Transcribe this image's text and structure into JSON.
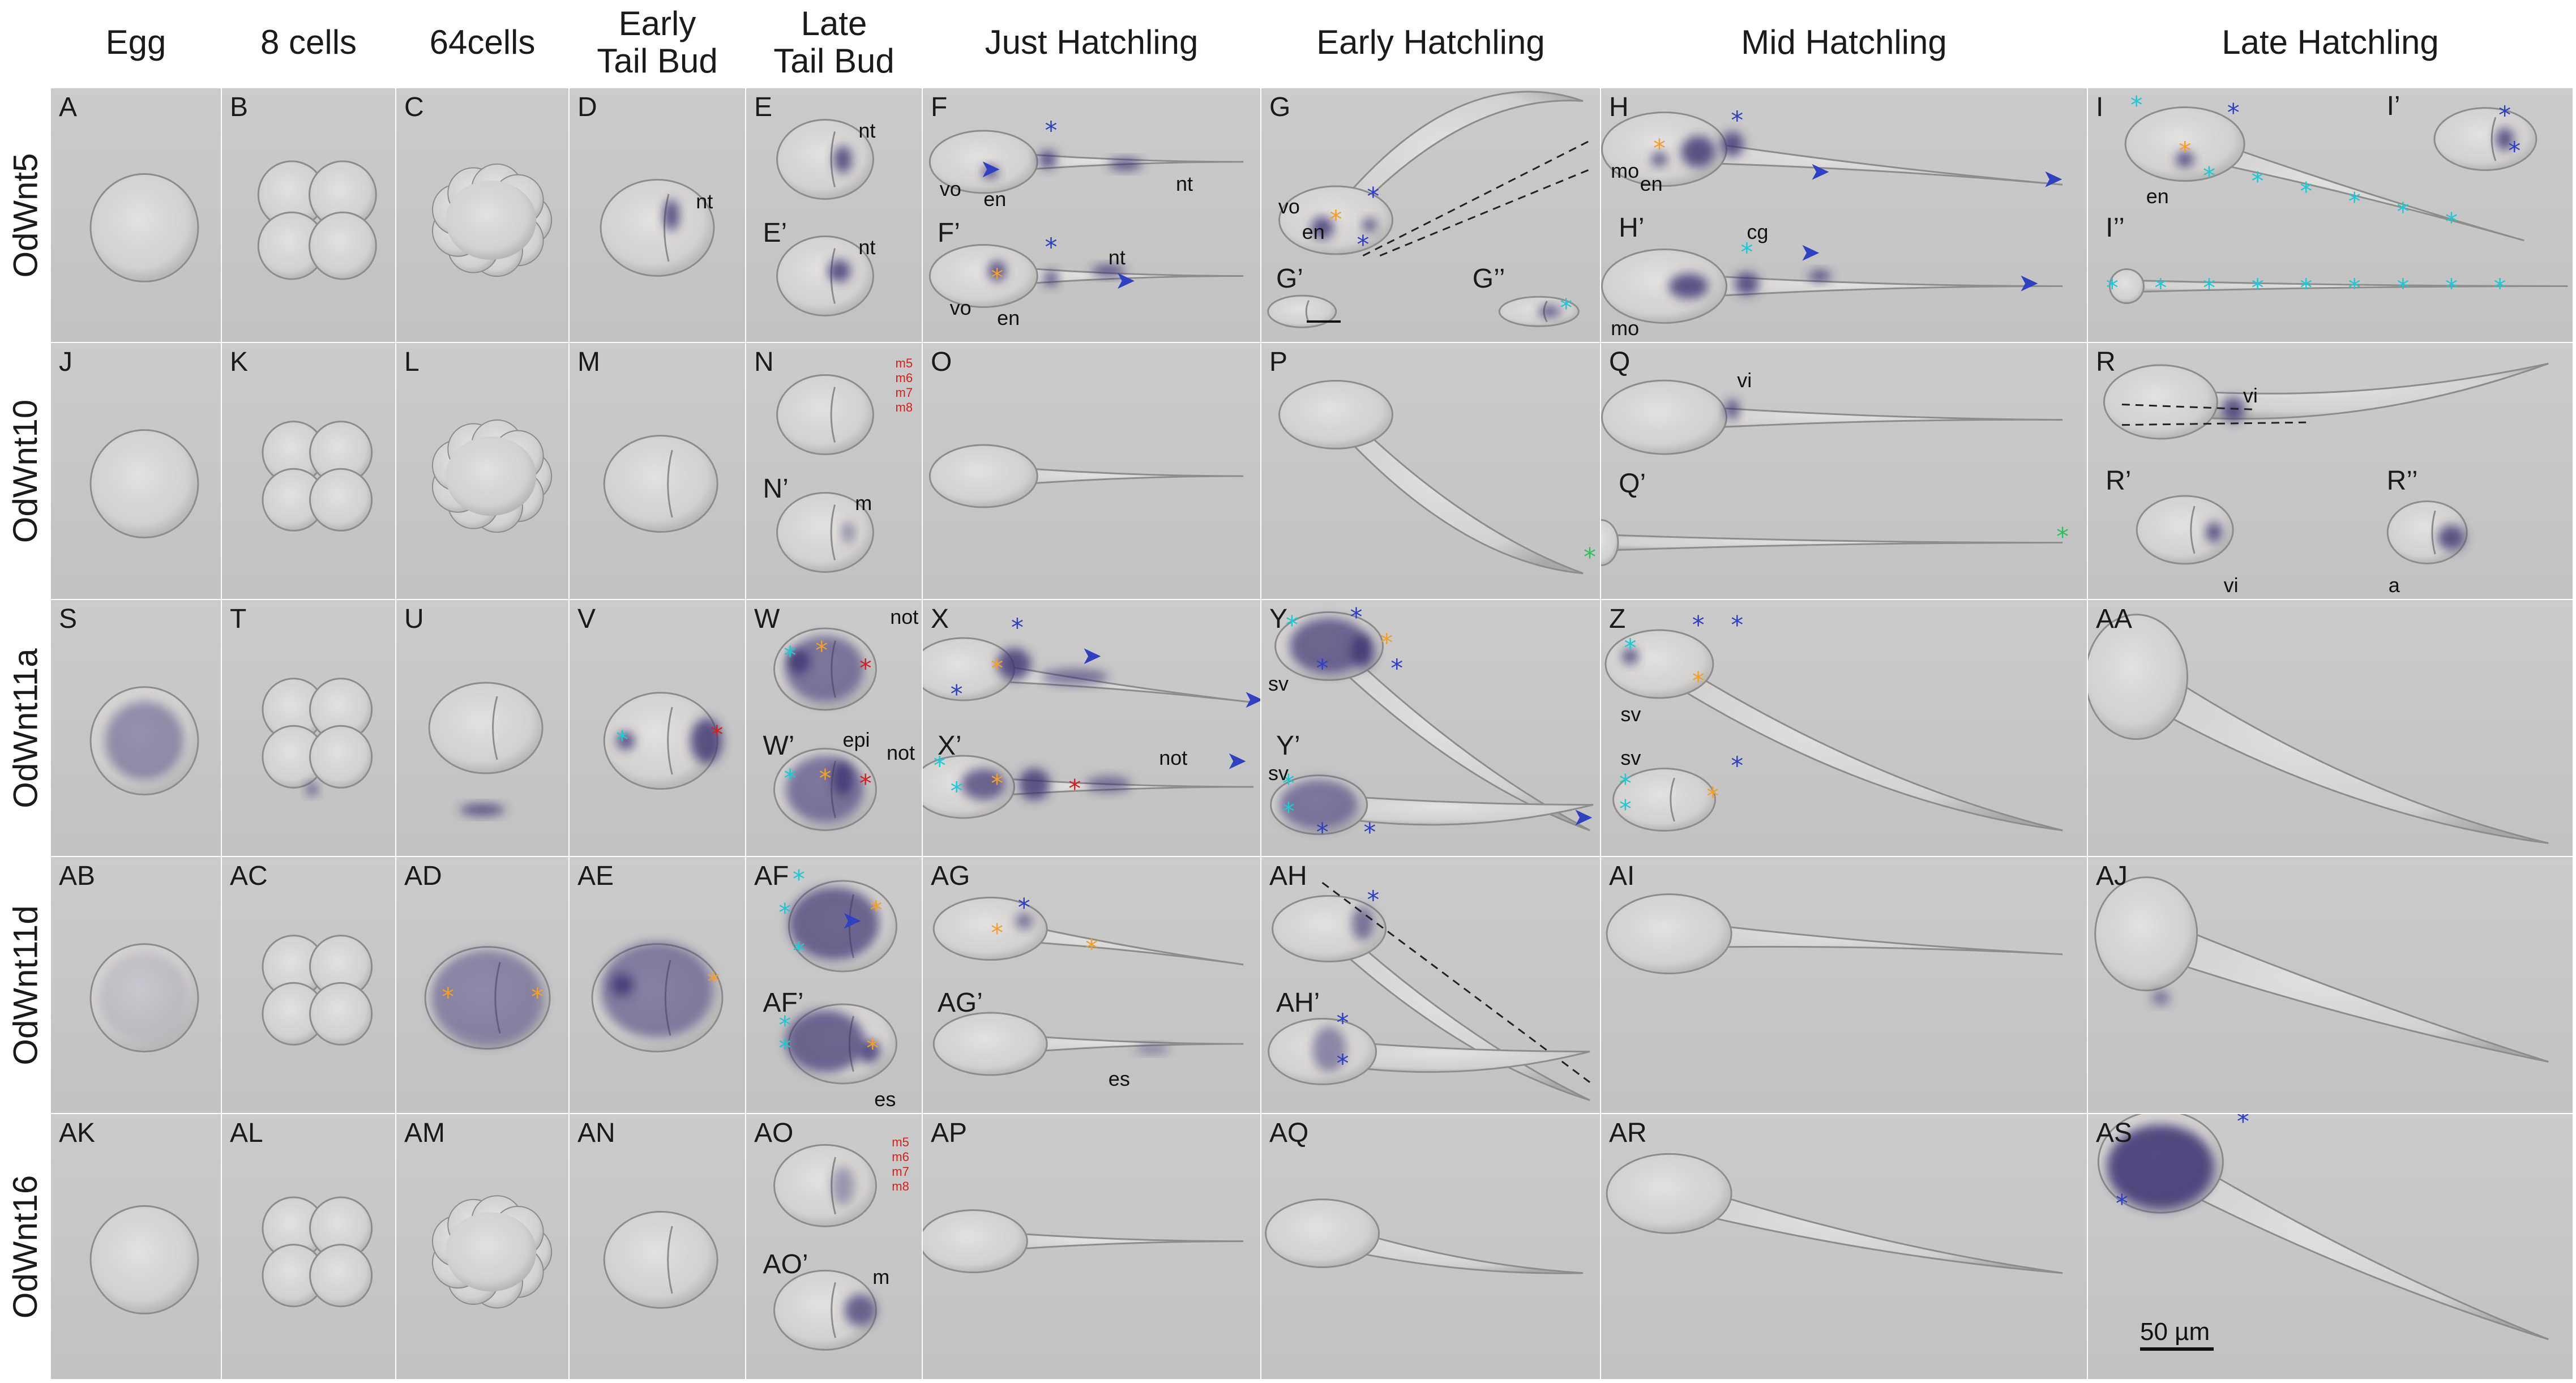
{
  "columns": [
    {
      "id": "egg",
      "label": "Egg"
    },
    {
      "id": "8cells",
      "label": "8 cells"
    },
    {
      "id": "64cells",
      "label": "64cells"
    },
    {
      "id": "etb",
      "label": "Early\nTail Bud"
    },
    {
      "id": "ltb",
      "label": "Late\nTail Bud"
    },
    {
      "id": "jh",
      "label": "Just Hatchling"
    },
    {
      "id": "eh",
      "label": "Early Hatchling"
    },
    {
      "id": "mh",
      "label": "Mid Hatchling"
    },
    {
      "id": "lh",
      "label": "Late Hatchling"
    }
  ],
  "rows": [
    {
      "id": "wnt5",
      "label": "OdWnt5"
    },
    {
      "id": "wnt10",
      "label": "OdWnt10"
    },
    {
      "id": "wnt11a",
      "label": "OdWnt11a"
    },
    {
      "id": "wnt11d",
      "label": "OdWnt11d"
    },
    {
      "id": "wnt16",
      "label": "OdWnt16"
    }
  ],
  "panels": [
    [
      "A",
      "B",
      "C",
      "D",
      "E",
      "F",
      "G",
      "H",
      "I"
    ],
    [
      "J",
      "K",
      "L",
      "M",
      "N",
      "O",
      "P",
      "Q",
      "R"
    ],
    [
      "S",
      "T",
      "U",
      "V",
      "W",
      "X",
      "Y",
      "Z",
      "AA"
    ],
    [
      "AB",
      "AC",
      "AD",
      "AE",
      "AF",
      "AG",
      "AH",
      "AI",
      "AJ"
    ],
    [
      "AK",
      "AL",
      "AM",
      "AN",
      "AO",
      "AP",
      "AQ",
      "AR",
      "AS"
    ]
  ],
  "sub_panels": {
    "E_p": "E’",
    "F_p": "F’",
    "G_p": "G’",
    "G_pp": "G’’",
    "H_p": "H’",
    "I_p": "I’",
    "I_pp": "I’’",
    "N_p": "N’",
    "Q_p": "Q’",
    "R_p": "R’",
    "R_pp": "R’’",
    "W_p": "W’",
    "X_p": "X’",
    "Y_p": "Y’",
    "AF_p": "AF’",
    "AG_p": "AG’",
    "AH_p": "AH’",
    "AO_p": "AO’"
  },
  "annotations": {
    "nt": "nt",
    "vo": "vo",
    "en": "en",
    "mo": "mo",
    "cg": "cg",
    "vi": "vi",
    "a": "a",
    "m": "m",
    "not": "not",
    "epi": "epi",
    "sv": "sv",
    "es": "es",
    "m5": "m5",
    "m6": "m6",
    "m7": "m7",
    "m8": "m8"
  },
  "scale_bar": {
    "label": "50 µm"
  },
  "colors": {
    "background": "#ffffff",
    "cell_bg": "#c6c6c6",
    "stain": "#3a3270",
    "marker_blue": "#3040c0",
    "marker_cyan": "#20c8d0",
    "marker_orange": "#f0a030",
    "marker_green": "#30c060",
    "marker_red": "#d42020"
  }
}
